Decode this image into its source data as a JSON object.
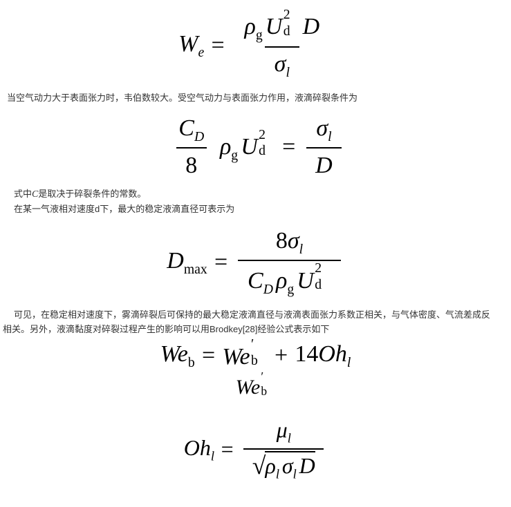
{
  "colors": {
    "background": "#ffffff",
    "text": "#333333",
    "formula": "#000000"
  },
  "document": {
    "paragraphs": {
      "p1": "当空气动力大于表面张力时，韦伯数较大。受空气动力与表面张力作用，液滴碎裂条件为",
      "p2_pre": "式中",
      "p2_var": "C",
      "p2_post": "是取决于碎裂条件的常数。",
      "p3": "在某一气液相对速度d下，最大的稳定液滴直径可表示为",
      "p4": "可见，在稳定相对速度下，雾滴碎裂后可保持的最大稳定液滴直径与液滴表面张力系数正相关，与气体密度、气流差成反相关。另外，液滴黏度对碎裂过程产生的影响可以用Brodkey[28]经验公式表示如下"
    },
    "formulas": {
      "f1": {
        "lhs_base": "W",
        "lhs_sub": "e",
        "eq": "=",
        "num_rho": "ρ",
        "num_rho_sub": "g",
        "num_U": "U",
        "num_U_sup": "2",
        "num_U_sub": "d",
        "num_D": "D",
        "den_sigma": "σ",
        "den_sigma_sub": "l"
      },
      "f2": {
        "fa_num_base": "C",
        "fa_num_sub": "D",
        "fa_den": "8",
        "mid_rho": "ρ",
        "mid_rho_sub": "g",
        "mid_U": "U",
        "mid_U_sup": "2",
        "mid_U_sub": "d",
        "eq": "=",
        "fb_num_base": "σ",
        "fb_num_sub": "l",
        "fb_den": "D"
      },
      "f3": {
        "lhs_base": "D",
        "lhs_sub": "max",
        "eq": "=",
        "num_coef": "8",
        "num_sigma": "σ",
        "num_sigma_sub": "l",
        "den_C": "C",
        "den_C_sub": "D",
        "den_rho": "ρ",
        "den_rho_sub": "g",
        "den_U": "U",
        "den_U_sup": "2",
        "den_U_sub": "d"
      },
      "f4": {
        "t1_base": "We",
        "t1_sub": "b",
        "eq": "=",
        "t2_base": "We",
        "t2_prime": "′",
        "t2_sub": "b",
        "plus": "+",
        "t3_coef": "14",
        "t3_base": "Oh",
        "t3_sub": "l"
      },
      "f5": {
        "base": "We",
        "prime": "′",
        "sub": "b"
      },
      "f6": {
        "lhs_base": "Oh",
        "lhs_sub": "l",
        "eq": "=",
        "num_mu": "μ",
        "num_mu_sub": "l",
        "den_radical": "√",
        "den_rho": "ρ",
        "den_rho_sub": "l",
        "den_sigma": "σ",
        "den_sigma_sub": "l",
        "den_D": "D"
      }
    }
  }
}
